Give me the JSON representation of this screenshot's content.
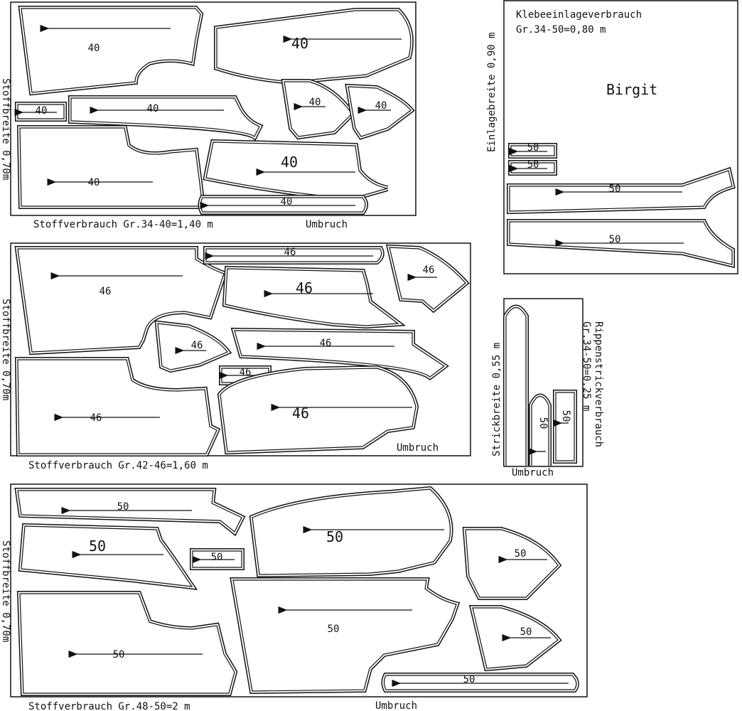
{
  "layouts": [
    {
      "fabric_width": "Stoffbreite 0,70m",
      "consumption": "Stoffverbrauch Gr.34-40=1,40 m",
      "fold": "Umbruch",
      "piece_labels": [
        "40",
        "40",
        "40",
        "40",
        "40",
        "40",
        "40",
        "40",
        "40"
      ]
    },
    {
      "fabric_width": "Stoffbreite 0,70m",
      "consumption": "Stoffverbrauch Gr.42-46=1,60 m",
      "fold": "Umbruch",
      "piece_labels": [
        "46",
        "46",
        "46",
        "46",
        "46",
        "46",
        "46",
        "46",
        "46"
      ]
    },
    {
      "fabric_width": "Stoffbreite 0,70m",
      "consumption": "Stoffverbrauch Gr.48-50=2 m",
      "fold": "Umbruch",
      "piece_labels": [
        "50",
        "50",
        "50",
        "50",
        "50",
        "50",
        "50",
        "50",
        "50"
      ]
    }
  ],
  "interfacing": {
    "title": "Klebeeinlageverbrauch",
    "amount": "Gr.34-50=0,80 m",
    "width": "Einlagebreite 0,90 m",
    "name": "Birgit",
    "piece_labels": [
      "50",
      "50",
      "50",
      "50"
    ]
  },
  "ribbing": {
    "width": "Strickbreite 0,55 m",
    "consumption_title": "Rippenstrickverbrauch",
    "consumption": "Gr.34-50=0,25 m",
    "fold": "Umbruch",
    "piece_labels": [
      "50",
      "50"
    ]
  }
}
